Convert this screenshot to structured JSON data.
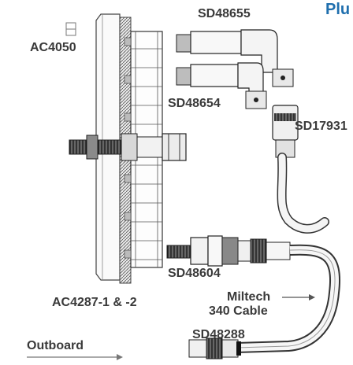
{
  "title_partial": "Plu",
  "labels": {
    "ac4050": "AC4050",
    "sd48655": "SD48655",
    "sd48654": "SD48654",
    "sd17931": "SD17931",
    "sd48604": "SD48604",
    "ac4287": "AC4287-1 & -2",
    "miltech_line1": "Miltech",
    "miltech_line2": "340 Cable",
    "outboard": "Outboard",
    "sd48288": "SD48288"
  }
}
